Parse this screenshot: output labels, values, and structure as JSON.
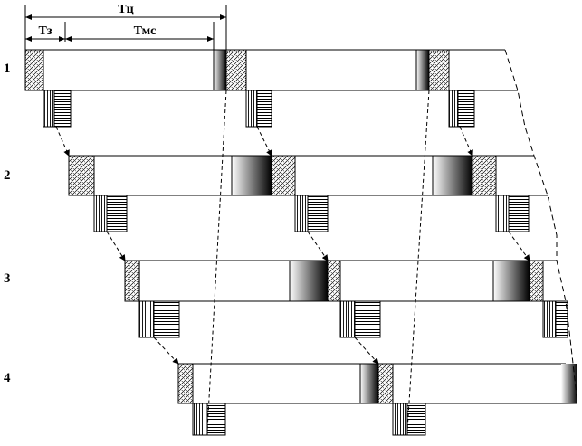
{
  "diagram": {
    "dimension_labels": {
      "cycle": "Тц",
      "load": "Тз",
      "machine": "Тмс"
    },
    "rows": [
      {
        "label": "1"
      },
      {
        "label": "2"
      },
      {
        "label": "3"
      },
      {
        "label": "4"
      }
    ],
    "colors": {
      "line": "#000000",
      "background": "#ffffff",
      "gradient_dark": "#000000",
      "gradient_light": "#ffffff"
    }
  }
}
